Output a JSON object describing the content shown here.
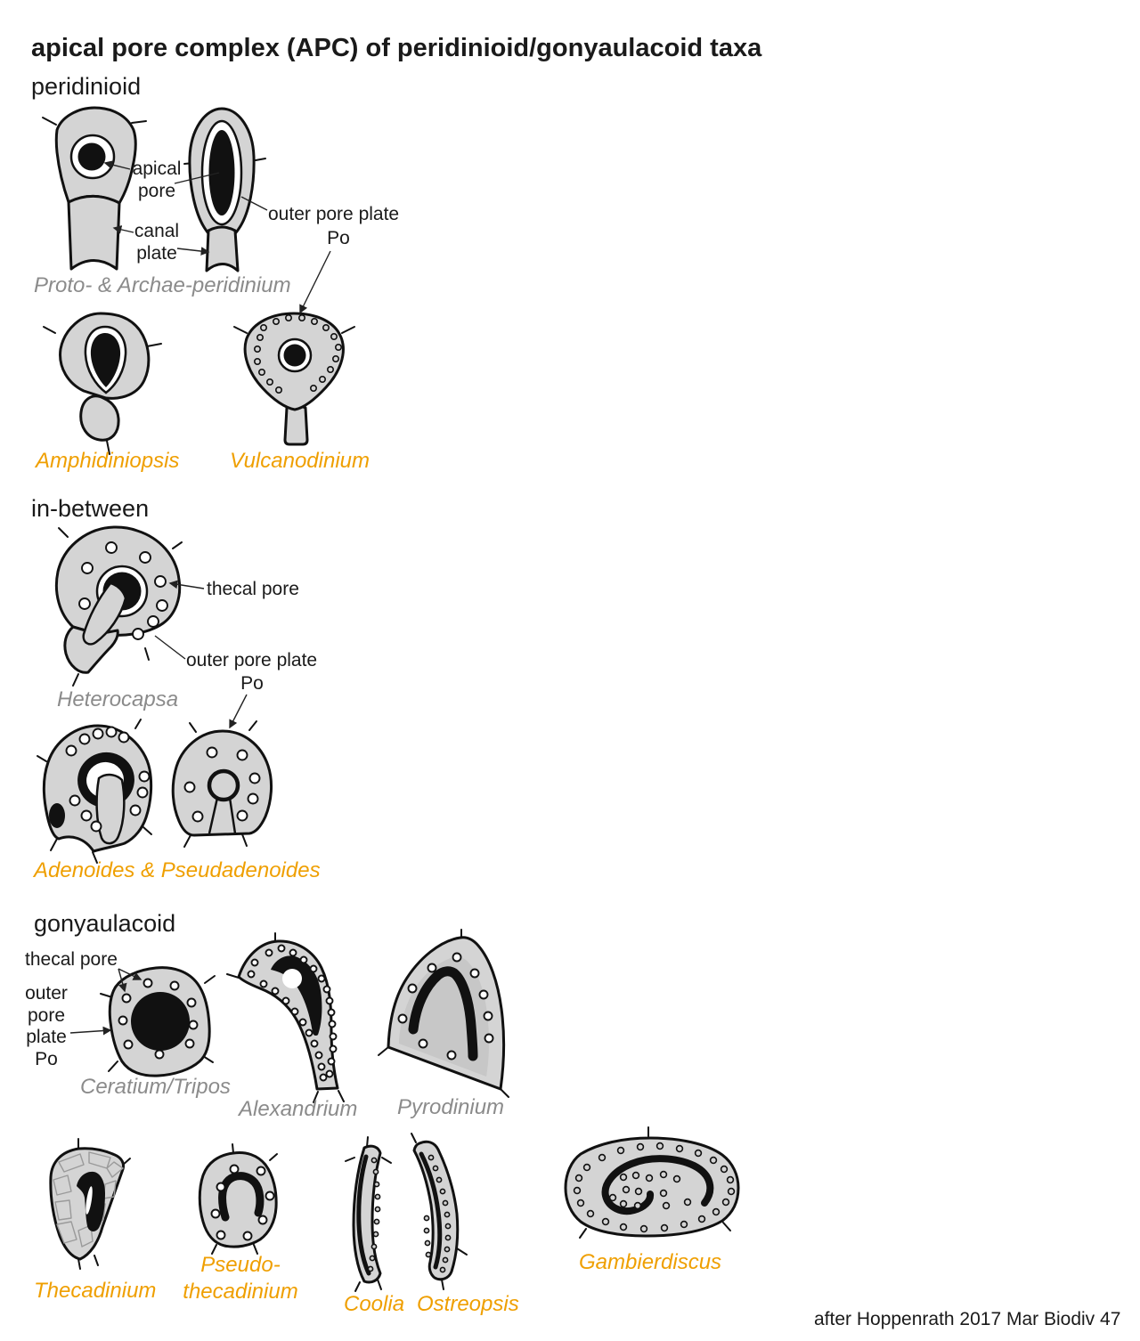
{
  "title": "apical pore complex (APC) of peridinioid/gonyaulacoid taxa",
  "attribution": "after Hoppenrath 2017 Mar Biodiv 47",
  "colors": {
    "body_fill": "#d4d4d4",
    "inner_shade": "#c7c7c7",
    "outline": "#111111",
    "accent_orange": "#ef9f00",
    "label_gray": "#8b8b8b"
  },
  "sections": {
    "peridinioid": {
      "heading": "peridinioid",
      "labels": {
        "apical_pore": [
          "apical",
          "pore"
        ],
        "canal_plate": [
          "canal",
          "plate"
        ],
        "outer_pore_plate": "outer pore plate",
        "po": "Po"
      },
      "taxa": {
        "proto": "Proto- & Archae-peridinium",
        "amphidiniopsis": "Amphidiniopsis",
        "vulcanodinium": "Vulcanodinium"
      }
    },
    "in_between": {
      "heading": "in-between",
      "labels": {
        "thecal_pore": "thecal pore",
        "outer_pore_plate": "outer pore plate",
        "po": "Po"
      },
      "taxa": {
        "heterocapsa": "Heterocapsa",
        "adenoides": "Adenoides & Pseudadenoides"
      }
    },
    "gonyaulacoid": {
      "heading": "gonyaulacoid",
      "labels": {
        "thecal_pore": "thecal pore",
        "outer_pore_plate": [
          "outer",
          "pore",
          "plate",
          "Po"
        ]
      },
      "taxa": {
        "ceratium": "Ceratium/Tripos",
        "alexandrium": "Alexandrium",
        "pyrodinium": "Pyrodinium",
        "thecadinium": "Thecadinium",
        "pseudothecadinium": [
          "Pseudo-",
          "thecadinium"
        ],
        "coolia": "Coolia",
        "ostreopsis": "Ostreopsis",
        "gambierdiscus": "Gambierdiscus"
      }
    }
  }
}
